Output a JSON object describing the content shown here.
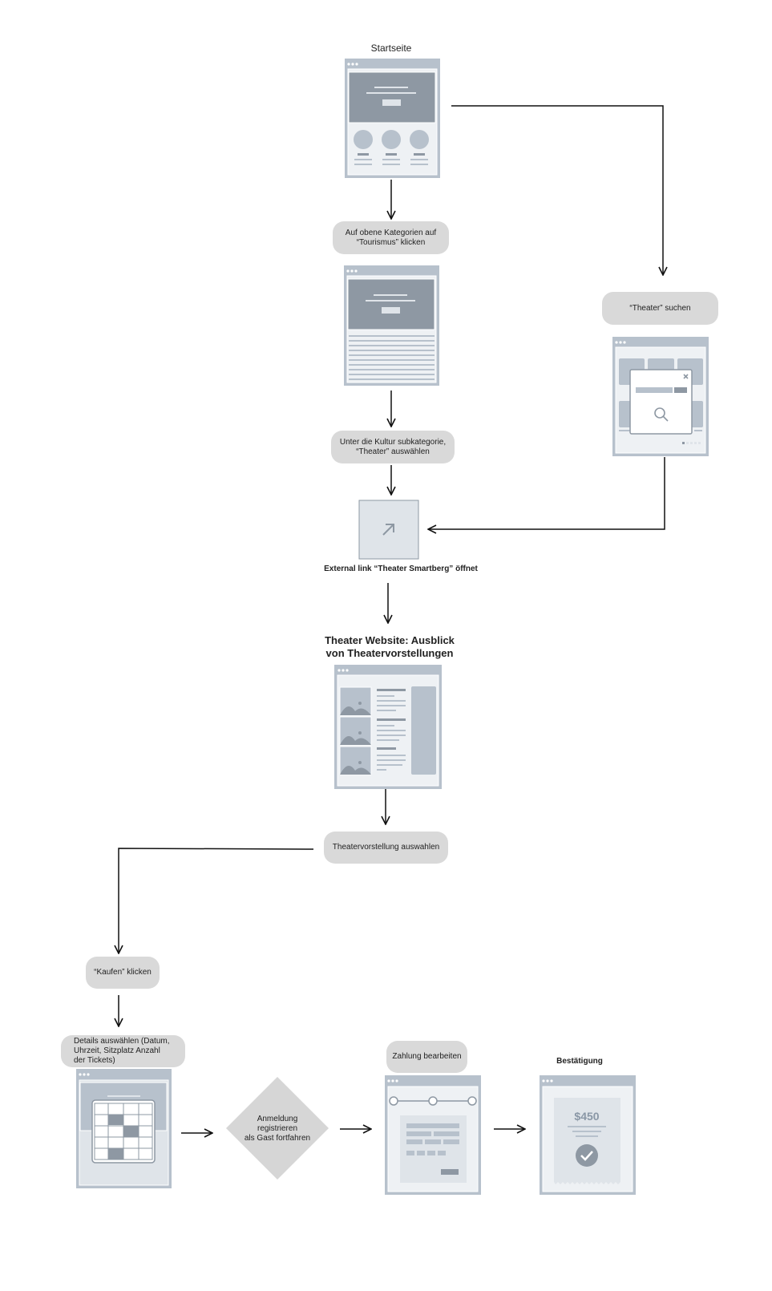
{
  "labels": {
    "startseite": "Startseite",
    "external_link": "External link “Theater Smartberg” öffnet",
    "theater_website": "Theater Website: Ausblick\nvon Theatervorstellungen",
    "bestaetigung": "Bestätigung"
  },
  "steps": {
    "tourismus": "Auf obene Kategorien auf\n“Tourismus” klicken",
    "theater_suchen": "“Theater” suchen",
    "kultur": "Unter die Kultur subkategorie,\n“Theater” auswählen",
    "vorstellung": "Theatervorstellung auswahlen",
    "kaufen": "“Kaufen” klicken",
    "details": "Details auswählen (Datum,\nUhrzeit, Sitzplatz Anzahl\nder Tickets)",
    "anmeldung": "Anmeldung\nregistrieren\nals Gast fortfahren",
    "zahlung": "Zahlung bearbeiten"
  },
  "receipt": {
    "amount": "$450"
  },
  "colors": {
    "frame": "#b7c1cc",
    "frame_inner": "#eef1f4",
    "hero": "#8e98a3",
    "pill": "#d9d9d9",
    "diamond": "#d6d6d6",
    "arrow": "#111111"
  },
  "icons": [
    "external-link-icon",
    "search-icon",
    "close-icon",
    "checkmark-icon",
    "image-placeholder-icon"
  ]
}
